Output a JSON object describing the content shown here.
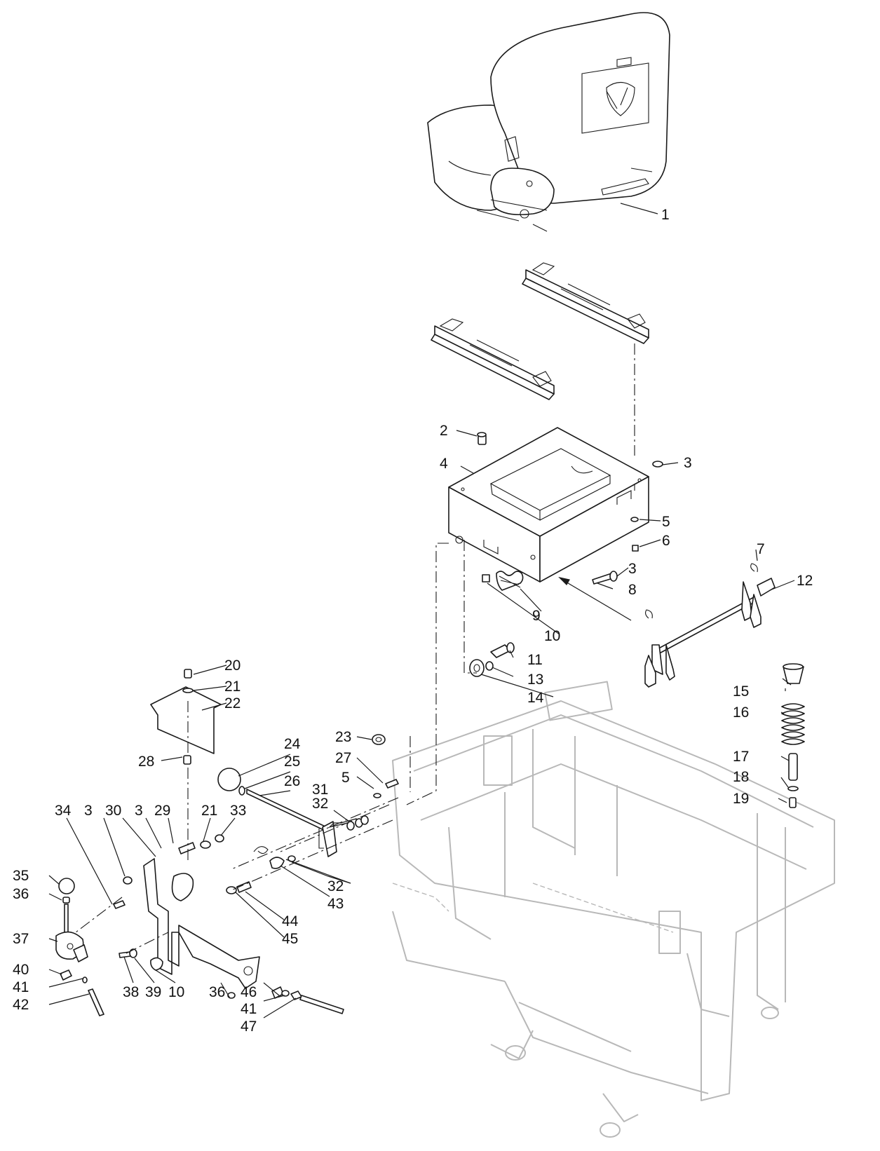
{
  "callouts": [
    {
      "id": "c1",
      "text": "1"
    },
    {
      "id": "c2",
      "text": "2"
    },
    {
      "id": "c3a",
      "text": "3"
    },
    {
      "id": "c4",
      "text": "4"
    },
    {
      "id": "c5a",
      "text": "5"
    },
    {
      "id": "c6",
      "text": "6"
    },
    {
      "id": "c7",
      "text": "7"
    },
    {
      "id": "c3b",
      "text": "3"
    },
    {
      "id": "c12",
      "text": "12"
    },
    {
      "id": "c8",
      "text": "8"
    },
    {
      "id": "c9",
      "text": "9"
    },
    {
      "id": "c10a",
      "text": "10"
    },
    {
      "id": "c11",
      "text": "11"
    },
    {
      "id": "c13",
      "text": "13"
    },
    {
      "id": "c14",
      "text": "14"
    },
    {
      "id": "c15",
      "text": "15"
    },
    {
      "id": "c16",
      "text": "16"
    },
    {
      "id": "c17",
      "text": "17"
    },
    {
      "id": "c18",
      "text": "18"
    },
    {
      "id": "c19",
      "text": "19"
    },
    {
      "id": "c20",
      "text": "20"
    },
    {
      "id": "c21a",
      "text": "21"
    },
    {
      "id": "c22",
      "text": "22"
    },
    {
      "id": "c23",
      "text": "23"
    },
    {
      "id": "c27",
      "text": "27"
    },
    {
      "id": "c5b",
      "text": "5"
    },
    {
      "id": "c24",
      "text": "24"
    },
    {
      "id": "c25",
      "text": "25"
    },
    {
      "id": "c26",
      "text": "26"
    },
    {
      "id": "c28",
      "text": "28"
    },
    {
      "id": "c31",
      "text": "31"
    },
    {
      "id": "c32a",
      "text": "32"
    },
    {
      "id": "c34",
      "text": "34"
    },
    {
      "id": "c3c",
      "text": "3"
    },
    {
      "id": "c30",
      "text": "30"
    },
    {
      "id": "c3d",
      "text": "3"
    },
    {
      "id": "c29",
      "text": "29"
    },
    {
      "id": "c21b",
      "text": "21"
    },
    {
      "id": "c33",
      "text": "33"
    },
    {
      "id": "c32b",
      "text": "32"
    },
    {
      "id": "c43",
      "text": "43"
    },
    {
      "id": "c44",
      "text": "44"
    },
    {
      "id": "c45",
      "text": "45"
    },
    {
      "id": "c35",
      "text": "35"
    },
    {
      "id": "c36a",
      "text": "36"
    },
    {
      "id": "c37",
      "text": "37"
    },
    {
      "id": "c40",
      "text": "40"
    },
    {
      "id": "c41a",
      "text": "41"
    },
    {
      "id": "c42",
      "text": "42"
    },
    {
      "id": "c38",
      "text": "38"
    },
    {
      "id": "c39",
      "text": "39"
    },
    {
      "id": "c10b",
      "text": "10"
    },
    {
      "id": "c36b",
      "text": "36"
    },
    {
      "id": "c46",
      "text": "46"
    },
    {
      "id": "c41b",
      "text": "41"
    },
    {
      "id": "c47",
      "text": "47"
    }
  ]
}
